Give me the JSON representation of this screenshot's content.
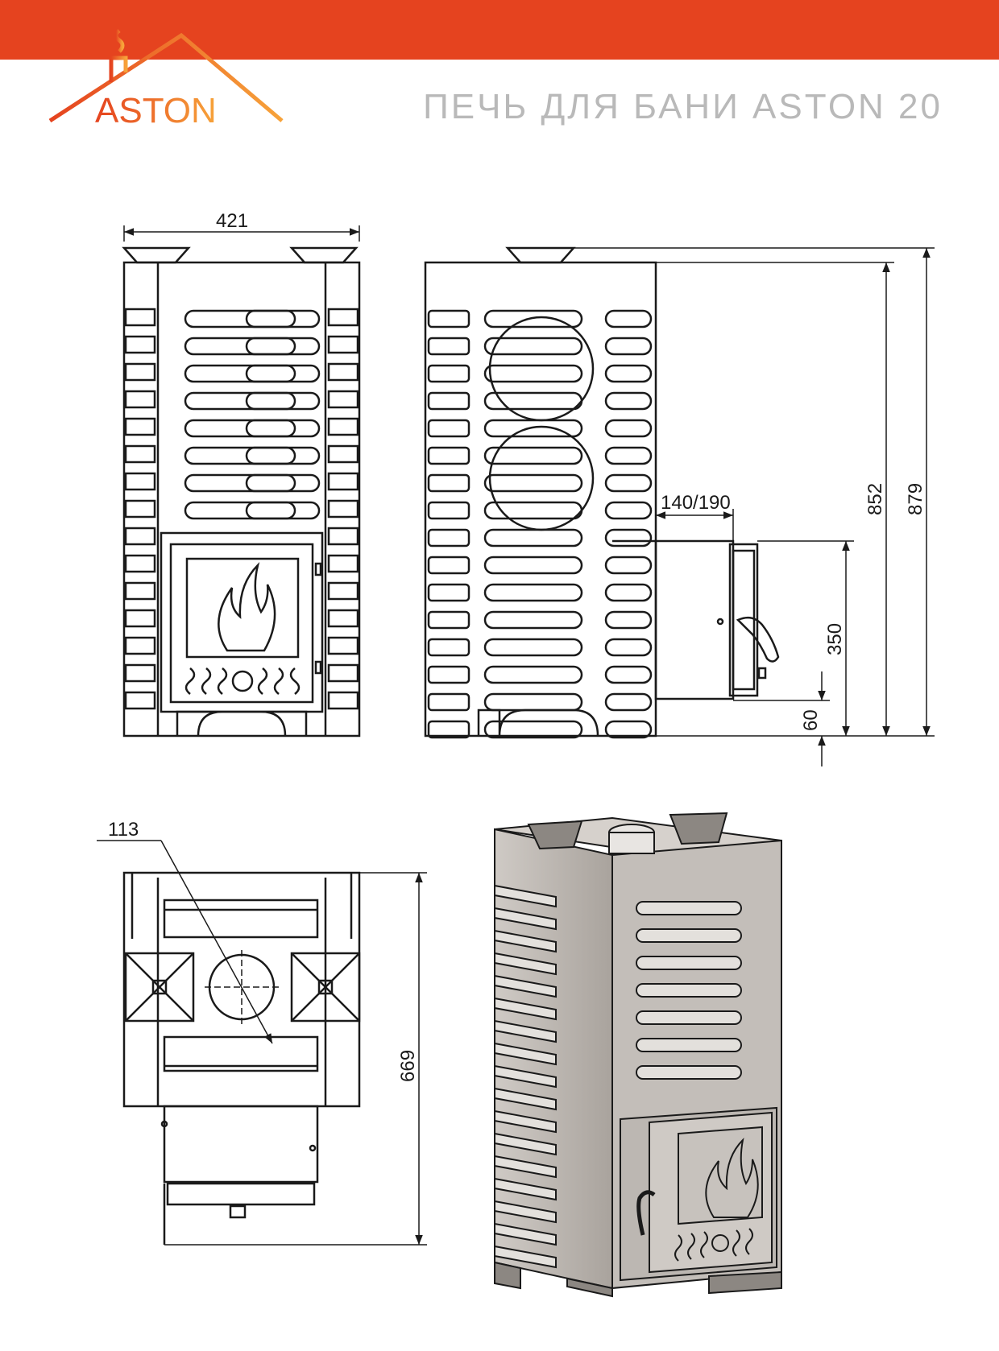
{
  "header": {
    "brand": "ASTON",
    "title": "ПЕЧЬ ДЛЯ БАНИ ASTON 20"
  },
  "colors": {
    "accent": "#e5431f",
    "logo_orange": "#f2862e",
    "title_gray": "#b9b9b9",
    "line": "#1a1a1a",
    "metal": "#b8b3ae"
  },
  "dimensions": {
    "width": "421",
    "height_body": "852",
    "height_total": "879",
    "firebox_extension": "140/190",
    "door_height": "350",
    "door_offset": "60",
    "chimney_diameter": "113",
    "depth": "669"
  },
  "icons": [
    "house-roof-logo-icon",
    "flame-icon"
  ]
}
